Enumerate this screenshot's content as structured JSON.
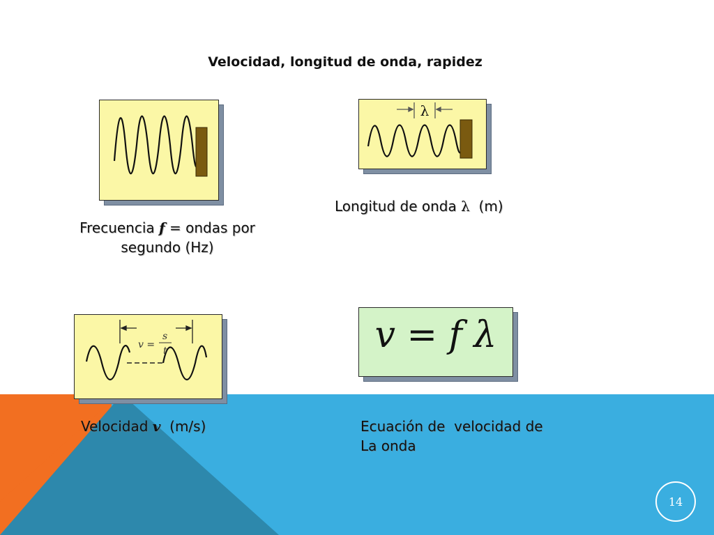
{
  "slide": {
    "title": "Velocidad, longitud de onda, rapidez",
    "page_number": "14"
  },
  "panels": {
    "frequency": {
      "caption_prefix": "Frecuencia ",
      "caption_var": "f",
      "caption_line1_suffix": " = ondas por",
      "caption_line2": "segundo (Hz)"
    },
    "wavelength": {
      "symbol": "λ",
      "caption_prefix": "Longitud de onda ",
      "caption_symbol": "λ",
      "caption_suffix": "  (m)"
    },
    "velocity": {
      "formula_lhs": "v =",
      "formula_num": "s",
      "formula_den": "t",
      "caption_prefix": "Velocidad ",
      "caption_var": "v",
      "caption_suffix": "  (m/s)"
    },
    "equation": {
      "formula": "v = f λ",
      "caption_line1": "Ecuación de  velocidad de",
      "caption_line2": "La onda"
    }
  },
  "colors": {
    "orange_accent": "#f26f21",
    "blue_band": "#3aaee0",
    "dark_blue_triangle": "#2c86a9",
    "panel_yellow": "#fbf7a6",
    "panel_green": "#d4f3c8",
    "wall_brown": "#7a5a10"
  }
}
